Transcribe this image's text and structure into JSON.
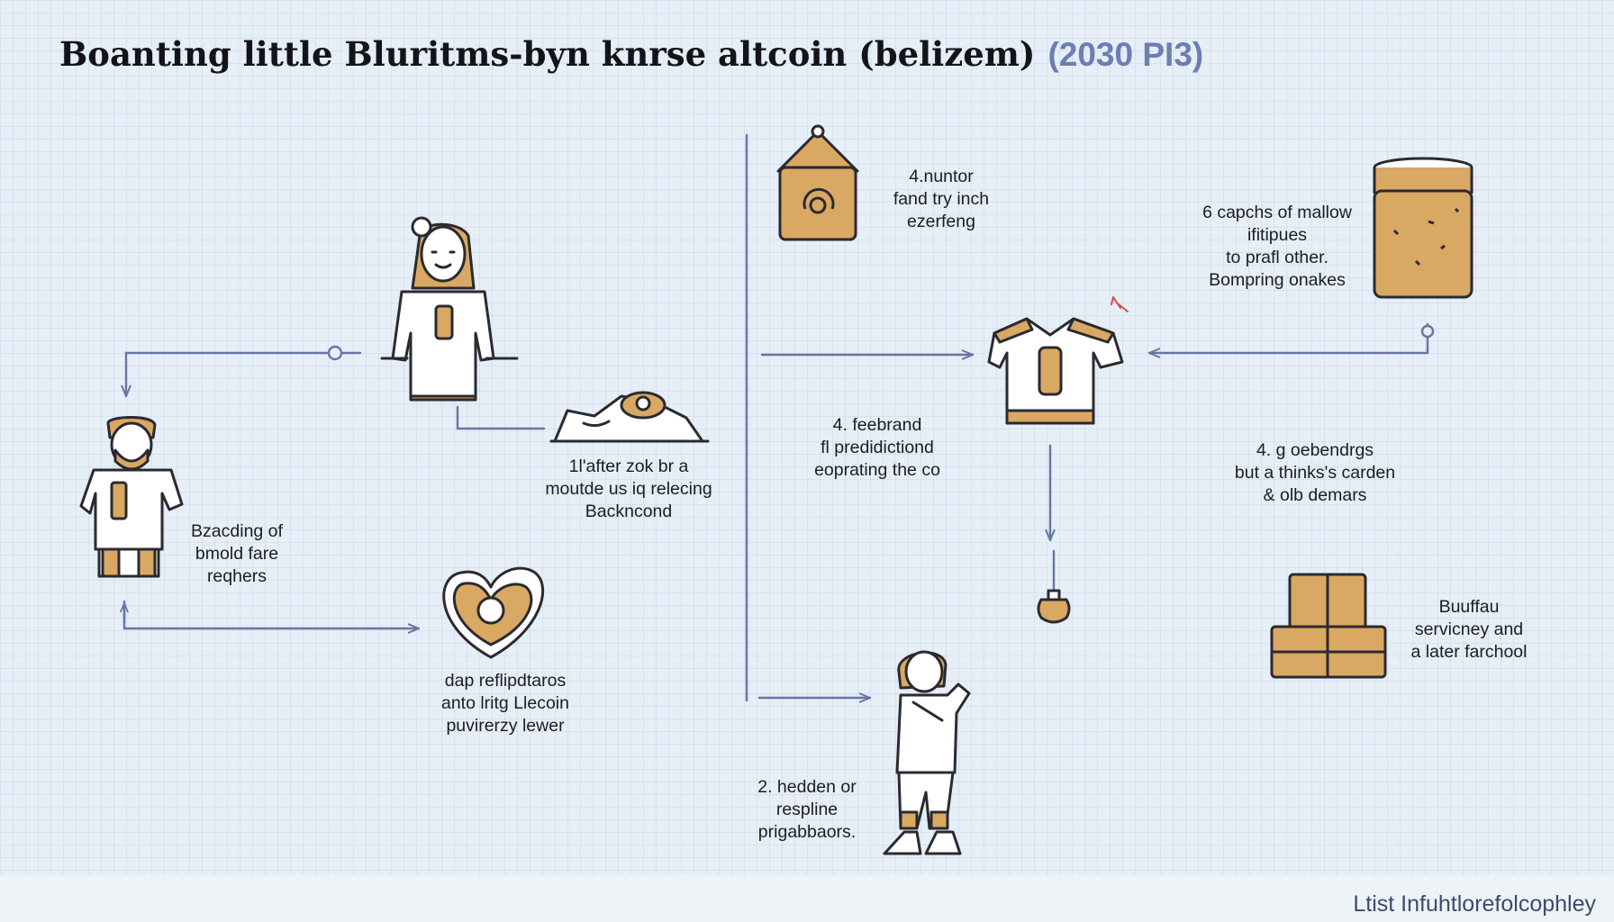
{
  "title": {
    "main": "Boanting little Bluritms-byn knrse altcoin (belizem)",
    "sub": "(2030 PI3)"
  },
  "labels": {
    "bazacding": [
      "Bzacding of",
      "bmold fare",
      "reqhers"
    ],
    "after_zok": [
      "1l'after zok br a",
      "moutde us iq relecing",
      "Backncond"
    ],
    "dap_refli": [
      "dap reflipdtaros",
      "anto lritg Llecoin",
      "puvirerzy lewer"
    ],
    "kuntor": [
      "4.nuntor",
      "fand try inch",
      "ezerfeng"
    ],
    "feebrand": [
      "4. feebrand",
      "fl predidictiond",
      "eoprating the co"
    ],
    "hedden": [
      "2. hedden or",
      "respline",
      "prigabbaors."
    ],
    "capchs": [
      "6 capchs of mallow",
      "ifitipues",
      "to prafl other.",
      "Bompring onakes"
    ],
    "oebendrgs": [
      "4. g oebendrgs",
      "but a thinks's carden",
      "& olb demars"
    ],
    "buuffau": [
      "Buuffau",
      "servicney and",
      "a later farchool"
    ]
  },
  "footer": "Ltist Infuhtlorefolcophley",
  "colors": {
    "background": "#e6eef7",
    "line": "#6675a6",
    "ochre": "#d9a862",
    "ink": "#2a2a30",
    "title_accent": "#6b7fb0"
  }
}
